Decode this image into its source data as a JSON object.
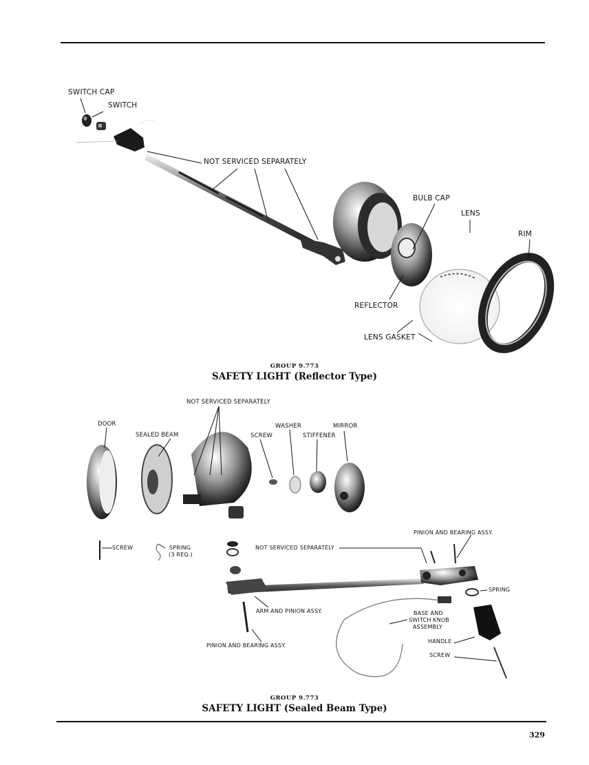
{
  "page_number": "329",
  "figure_top": {
    "group": "GROUP 9.773",
    "title": "SAFETY LIGHT (Reflector Type)",
    "labels": {
      "switch_cap": "SWITCH CAP",
      "switch": "SWITCH",
      "not_serviced": "NOT SERVICED SEPARATELY",
      "bulb_cap": "BULB CAP",
      "lens": "LENS",
      "rim": "RIM",
      "reflector": "REFLECTOR",
      "lens_gasket": "LENS GASKET"
    }
  },
  "figure_bottom": {
    "group": "GROUP 9.773",
    "title": "SAFETY LIGHT (Sealed Beam Type)",
    "labels": {
      "not_serviced_top": "NOT SERVICED SEPARATELY",
      "door": "DOOR",
      "sealed_beam": "SEALED BEAM",
      "washer": "WASHER",
      "mirror": "MIRROR",
      "screw": "SCREW",
      "stiffener": "STIFFENER",
      "pinion_bearing_top": "PINION AND BEARING ASSY.",
      "screw_left": "SCREW",
      "spring_left": "SPRING",
      "spring_req": "(3 REQ.)",
      "not_serviced_mid": "NOT SERVICED SEPARATELY",
      "spring_right": "SPRING",
      "arm_pinion": "ARM AND PINION ASSY.",
      "base_switch_1": "BASE AND",
      "base_switch_2": "SWITCH KNOB",
      "base_switch_3": "ASSEMBLY",
      "handle": "HANDLE",
      "screw_right": "SCREW",
      "pinion_bearing_bottom": "PINION AND BEARING ASSY."
    }
  }
}
